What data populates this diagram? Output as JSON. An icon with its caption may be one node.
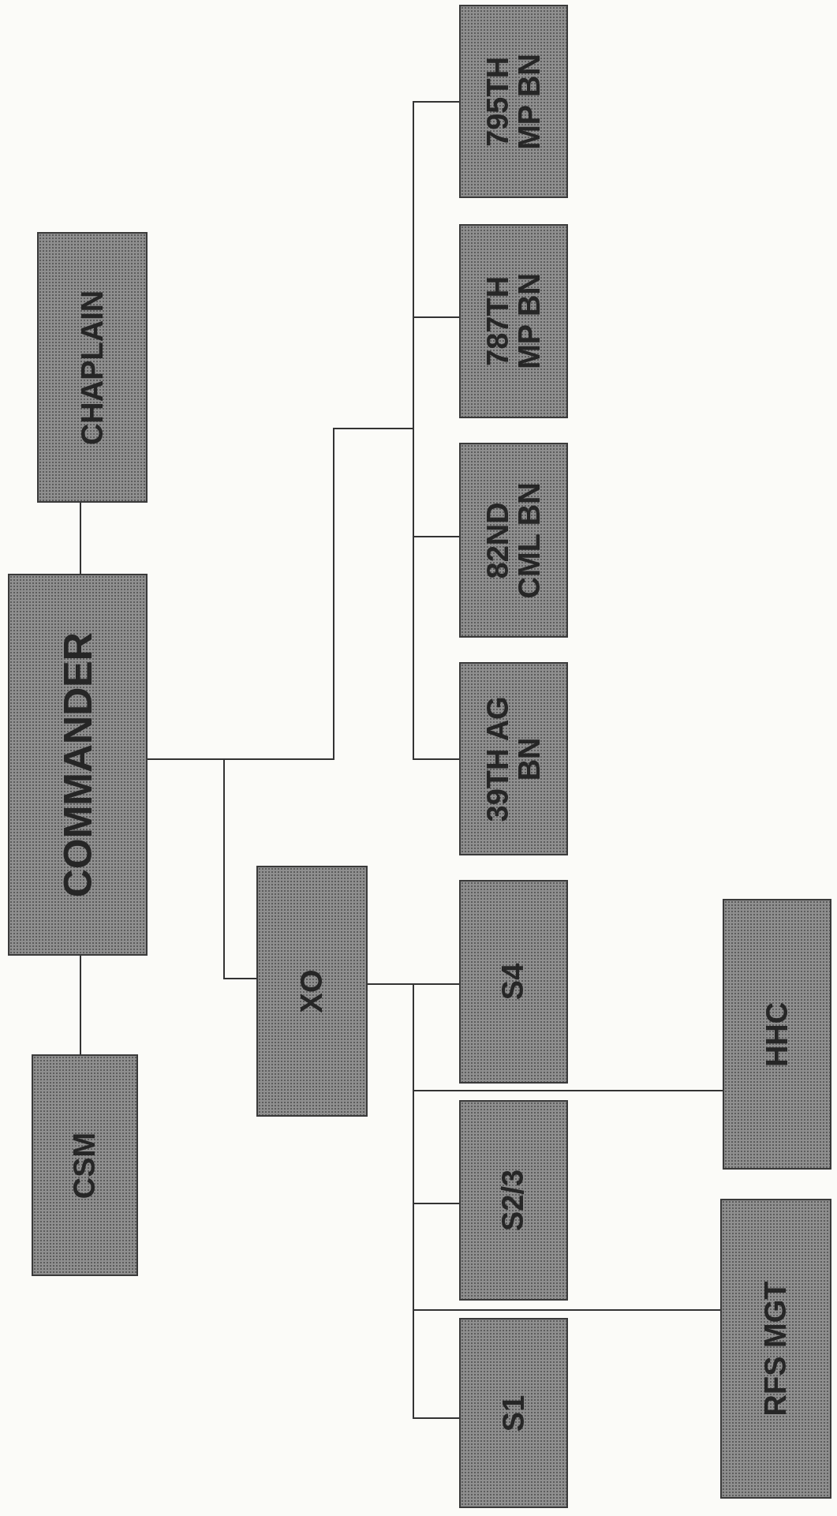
{
  "diagram": {
    "nodes": [
      {
        "text": [
          "CHAPLAIN"
        ]
      },
      {
        "text": [
          "COMMANDER"
        ]
      },
      {
        "text": [
          "CSM"
        ]
      },
      {
        "text": [
          "XO"
        ]
      },
      {
        "text": [
          "795TH MP BN"
        ]
      },
      {
        "text": [
          "787TH MP BN"
        ]
      },
      {
        "text": [
          "82ND CML BN"
        ]
      },
      {
        "text": [
          "39TH AG BN"
        ]
      },
      {
        "text": [
          "S4"
        ]
      },
      {
        "text": [
          "S2/3"
        ]
      },
      {
        "text": [
          "S1"
        ]
      },
      {
        "text": [
          "HHC"
        ]
      },
      {
        "text": [
          "RFS MGT"
        ]
      }
    ],
    "edges": [
      {
        "from": 1,
        "to": 0,
        "arrow": "none"
      },
      {
        "from": 1,
        "to": 2,
        "arrow": "none"
      },
      {
        "from": 1,
        "to": 3,
        "arrow": "none"
      },
      {
        "from": 1,
        "to": 4,
        "arrow": "none"
      },
      {
        "from": 1,
        "to": 5,
        "arrow": "none"
      },
      {
        "from": 1,
        "to": 6,
        "arrow": "none"
      },
      {
        "from": 1,
        "to": 7,
        "arrow": "none"
      },
      {
        "from": 3,
        "to": 8,
        "arrow": "none"
      },
      {
        "from": 3,
        "to": 11,
        "arrow": "none"
      },
      {
        "from": 3,
        "to": 9,
        "arrow": "none"
      },
      {
        "from": 3,
        "to": 12,
        "arrow": "none"
      },
      {
        "from": 3,
        "to": 10,
        "arrow": "none"
      }
    ]
  }
}
